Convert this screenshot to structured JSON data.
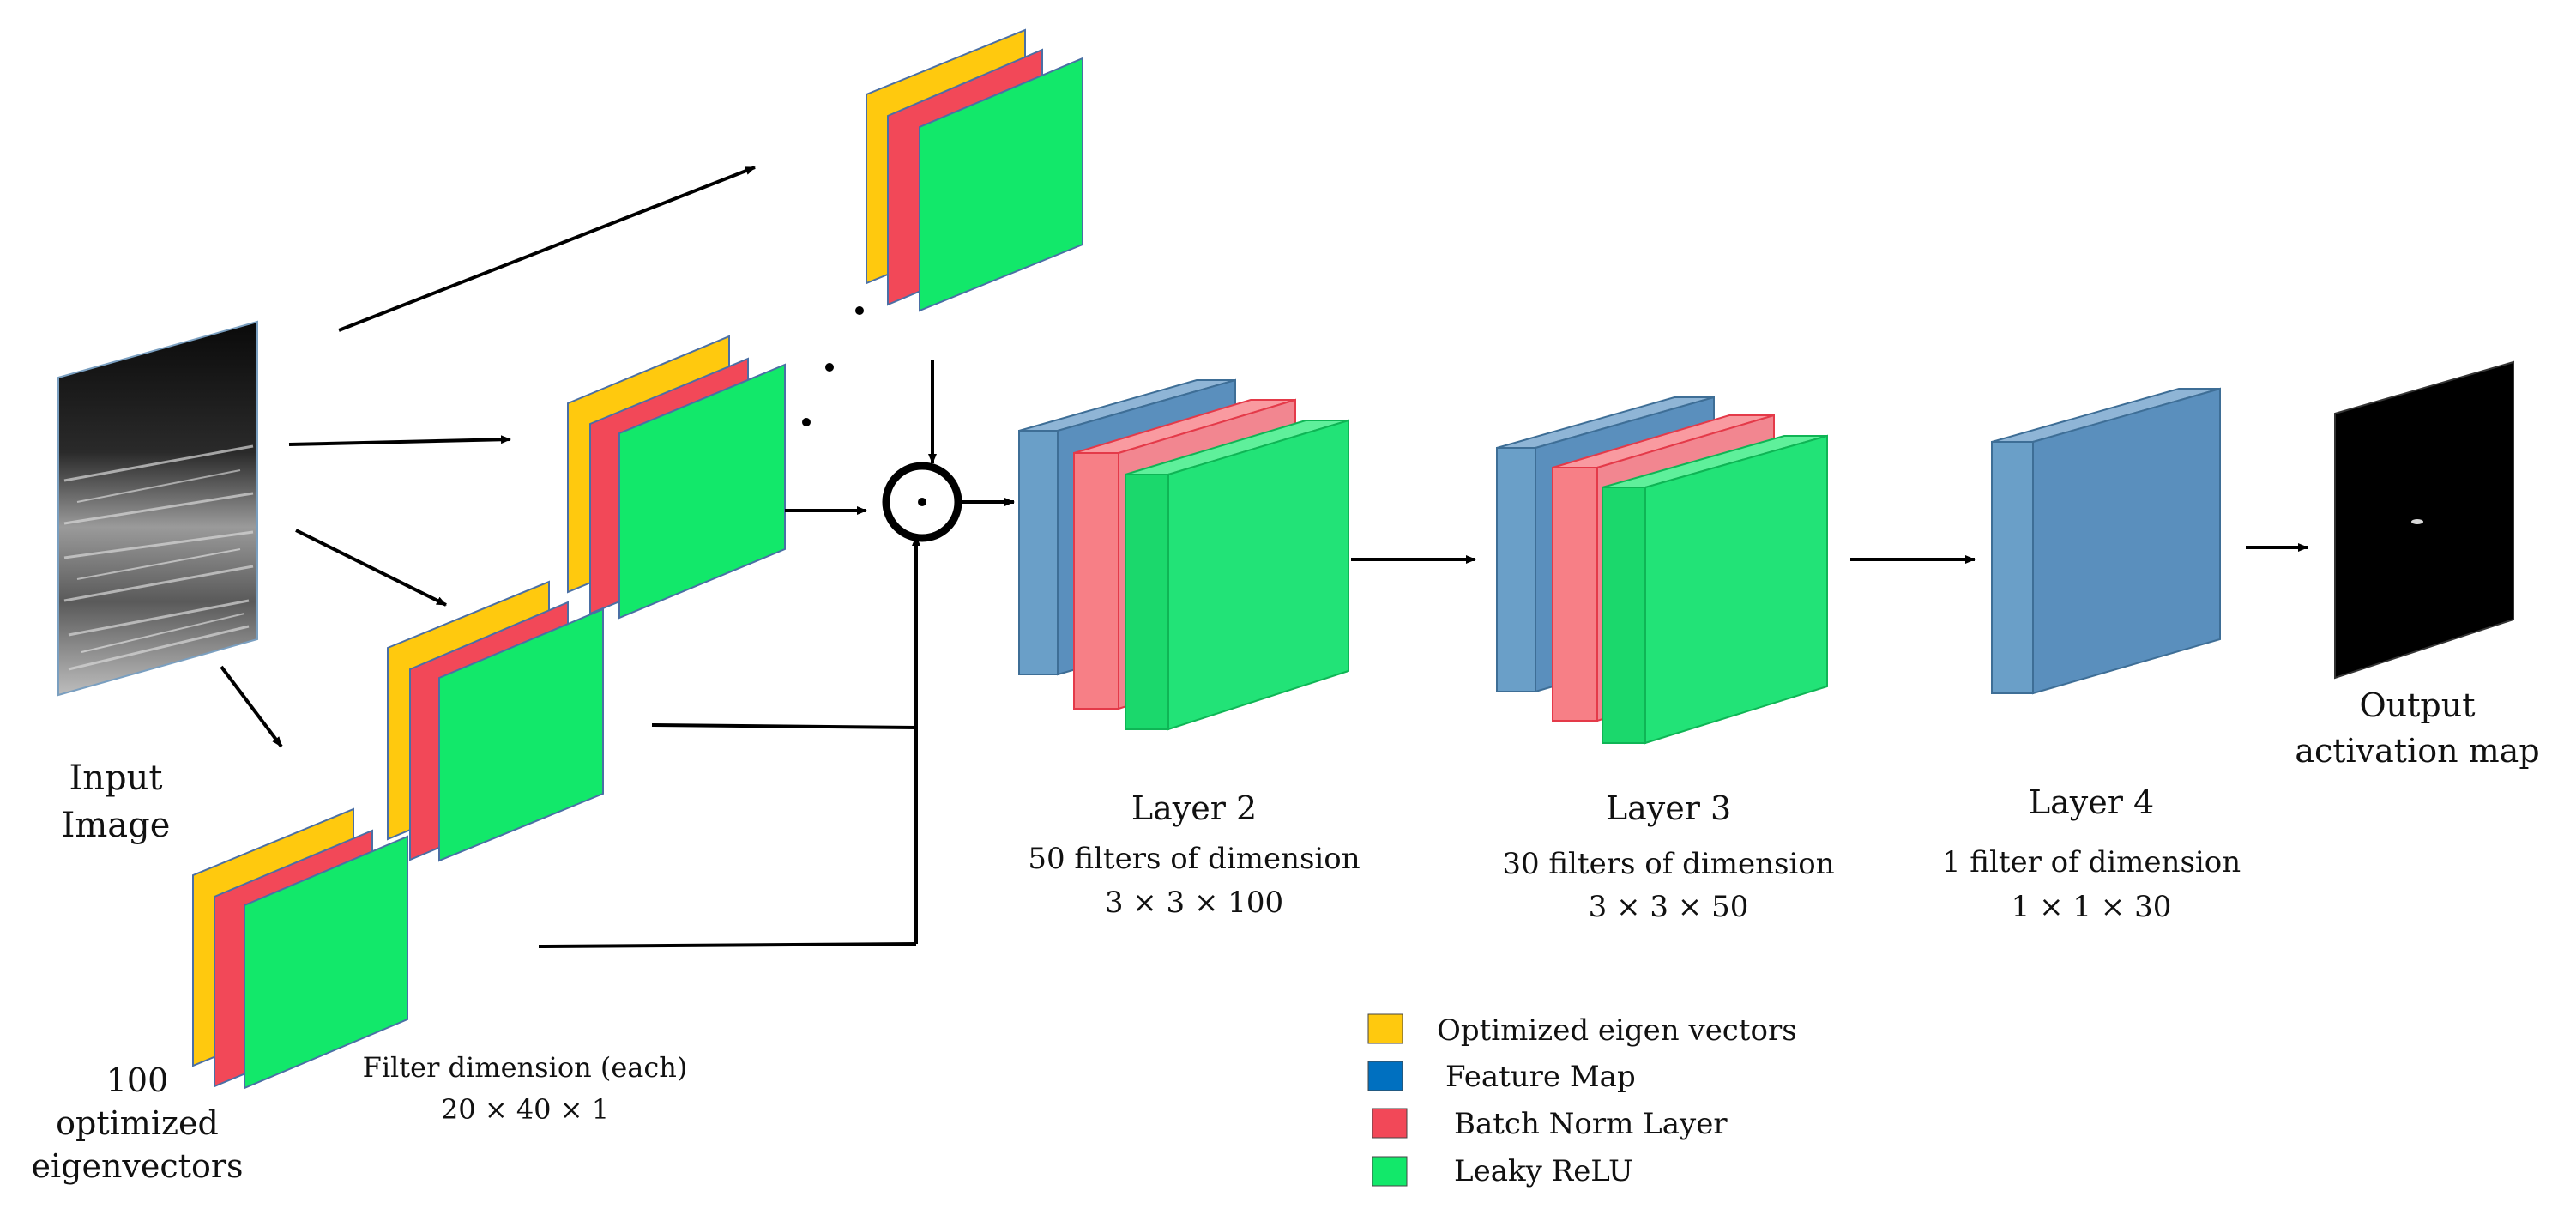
{
  "colors": {
    "eigen": "#FFC90E",
    "feature": "#6A9FC8",
    "featureLegend": "#0070C0",
    "batchnorm": "#F24858",
    "batchnormLight": "#F77F86",
    "relu": "#12E86A",
    "reluLight": "#22E377",
    "output": "#000000"
  },
  "labels": {
    "input_line1": "Input",
    "input_line2": "Image",
    "eigen_line1": "100",
    "eigen_line2": "optimized",
    "eigen_line3": "eigenvectors",
    "filterdim_line1": "Filter dimension (each)",
    "filterdim_line2": "20 × 40 × 1",
    "layer2_title": "Layer 2",
    "layer2_line1": "50 filters of dimension",
    "layer2_line2": "3 × 3 × 100",
    "layer3_title": "Layer 3",
    "layer3_line1": "30 filters of dimension",
    "layer3_line2": "3 × 3 × 50",
    "layer4_title": "Layer 4",
    "layer4_line1": "1 filter of dimension",
    "layer4_line2": "1 × 1 × 30",
    "output_line1": "Output",
    "output_line2": "activation map"
  },
  "legend": [
    {
      "label": "Optimized eigen vectors",
      "colorKey": "eigen"
    },
    {
      "label": "Feature Map",
      "colorKey": "featureLegend"
    },
    {
      "label": "Batch Norm Layer",
      "colorKey": "batchnorm"
    },
    {
      "label": "Leaky ReLU",
      "colorKey": "relu"
    }
  ],
  "icons": {
    "ellipsis": "vertical-ellipsis-dots",
    "operator": "dot-product-operator-icon"
  }
}
